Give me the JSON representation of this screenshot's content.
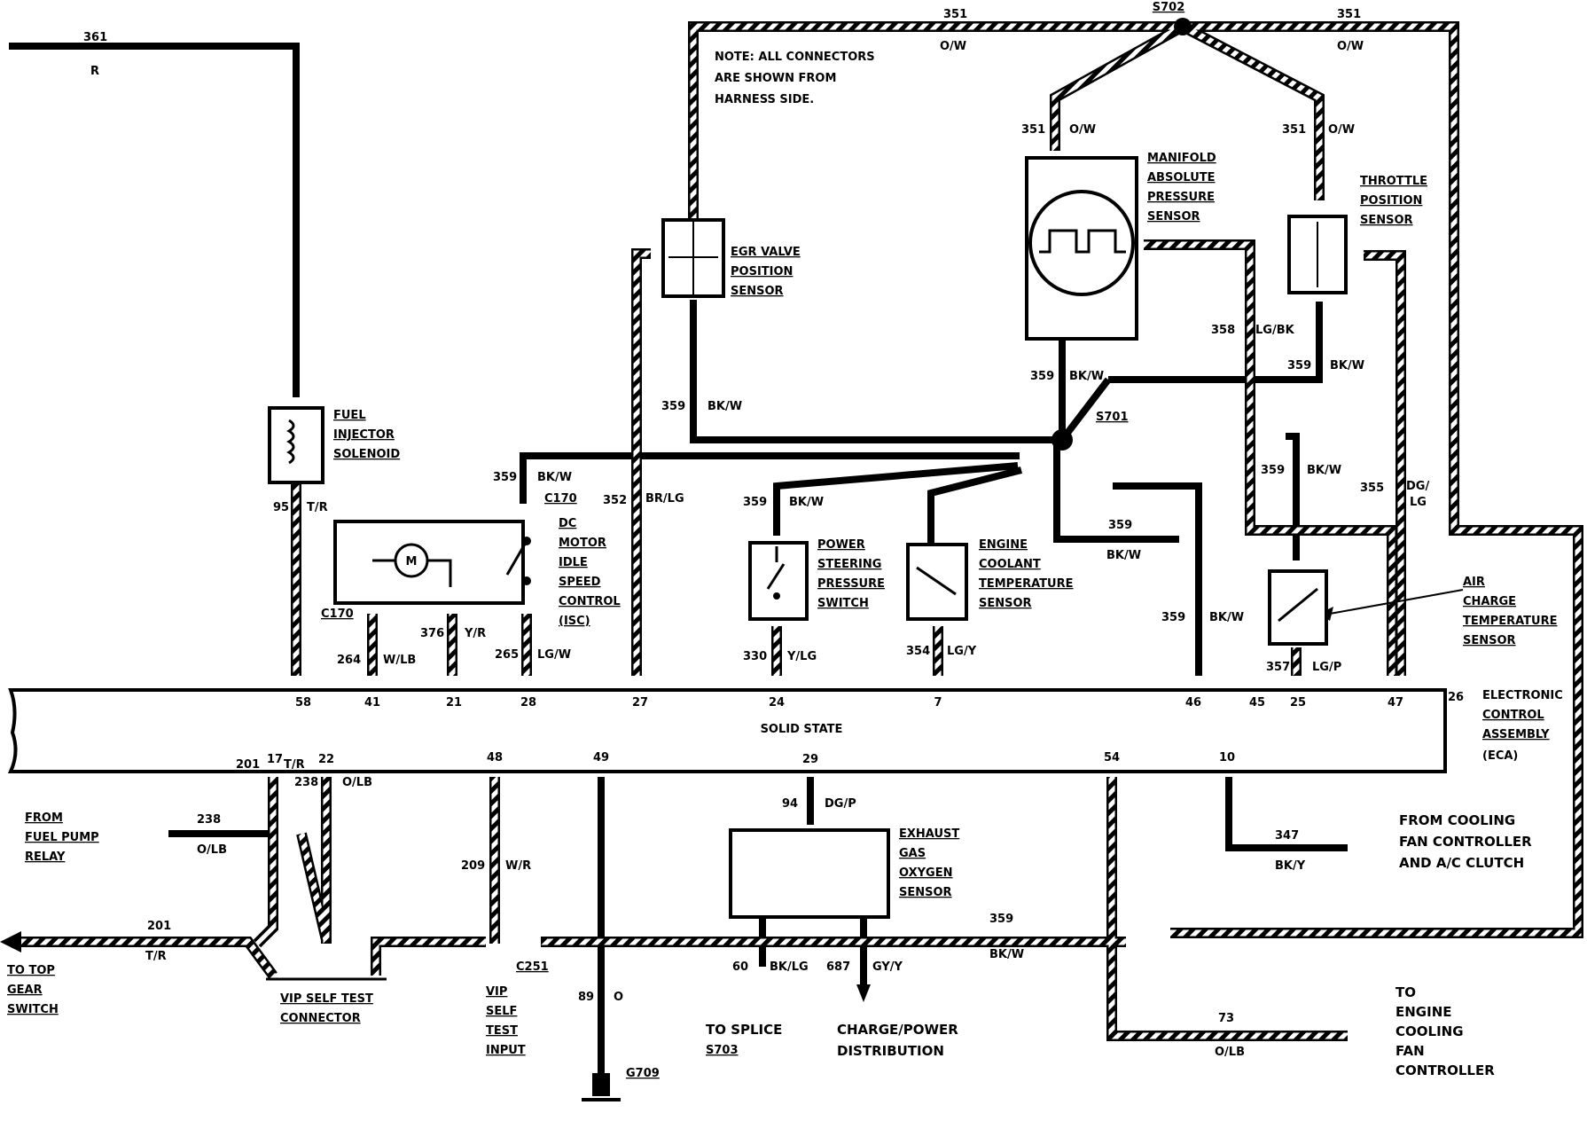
{
  "note": [
    "NOTE: ALL CONNECTORS",
    "ARE SHOWN FROM",
    "HARNESS SIDE."
  ],
  "ecu": {
    "center_label": "SOLID STATE",
    "name": [
      "ELECTRONIC",
      "CONTROL",
      "ASSEMBLY",
      "(ECA)"
    ],
    "top_pins": [
      "58",
      "41",
      "21",
      "28",
      "27",
      "24",
      "7",
      "46",
      "45",
      "25",
      "47",
      "26"
    ],
    "bottom_pins": [
      "17",
      "22",
      "48",
      "49",
      "29",
      "54",
      "10"
    ]
  },
  "components": {
    "fuel_injector": [
      "FUEL",
      "INJECTOR",
      "SOLENOID"
    ],
    "isc": [
      "DC",
      "MOTOR",
      "IDLE",
      "SPEED",
      "CONTROL",
      "(ISC)"
    ],
    "isc_motor": "M",
    "egr": [
      "EGR VALVE",
      "POSITION",
      "SENSOR"
    ],
    "map": [
      "MANIFOLD",
      "ABSOLUTE",
      "PRESSURE",
      "SENSOR"
    ],
    "tps": [
      "THROTTLE",
      "POSITION",
      "SENSOR"
    ],
    "pss": [
      "POWER",
      "STEERING",
      "PRESSURE",
      "SWITCH"
    ],
    "ect": [
      "ENGINE",
      "COOLANT",
      "TEMPERATURE",
      "SENSOR"
    ],
    "act": [
      "AIR",
      "CHARGE",
      "TEMPERATURE",
      "SENSOR"
    ],
    "ego": [
      "EXHAUST",
      "GAS",
      "OXYGEN",
      "SENSOR"
    ],
    "vip": [
      "VIP SELF TEST",
      "CONNECTOR"
    ],
    "vip_input": [
      "VIP",
      "SELF",
      "TEST",
      "INPUT"
    ]
  },
  "connectors": {
    "s702": "S702",
    "s701": "S701",
    "c170a": "C170",
    "c170b": "C170",
    "c251": "C251",
    "g709": "G709",
    "s703": "S703"
  },
  "wires": {
    "w361": "361",
    "w361c": "R",
    "w351a": "351",
    "w351ac": "O/W",
    "w351b": "351",
    "w351bc": "O/W",
    "w351c": "351",
    "w351cc": "O/W",
    "w351d": "351",
    "w351dc": "O/W",
    "w359egr": "359",
    "w359egrc": "BK/W",
    "w359map": "359",
    "w359mapc": "BK/W",
    "w359tps": "359",
    "w359tpsc": "BK/W",
    "w359isc": "359",
    "w359iscc": "BK/W",
    "w359pss": "359",
    "w359pssc": "BK/W",
    "w359mid": "359",
    "w359midc": "BK/W",
    "w359r": "359",
    "w359rc": "BK/W",
    "w359act": "359",
    "w359actc": "BK/W",
    "w359bot": "359",
    "w359botc": "BK/W",
    "w358": "358",
    "w358c": "LG/BK",
    "w355": "355",
    "w355c1": "DG/",
    "w355c2": "LG",
    "w95": "95",
    "w95c": "T/R",
    "w264": "264",
    "w264c": "W/LB",
    "w376": "376",
    "w376c": "Y/R",
    "w265": "265",
    "w265c": "LG/W",
    "w352": "352",
    "w352c": "BR/LG",
    "w330": "330",
    "w330c": "Y/LG",
    "w354": "354",
    "w354c": "LG/Y",
    "w357": "357",
    "w357c": "LG/P",
    "w201a": "201",
    "w201ac": "T/R",
    "w201b": "201",
    "w201bc": "T/R",
    "w238a": "238",
    "w238ac": "O/LB",
    "w238b": "238",
    "w238bc": "O/LB",
    "w209": "209",
    "w209c": "W/R",
    "w94": "94",
    "w94c": "DG/P",
    "w347": "347",
    "w347c": "BK/Y",
    "w89": "89",
    "w89c": "O",
    "w60": "60",
    "w60c": "BK/LG",
    "w687": "687",
    "w687c": "GY/Y",
    "w73": "73",
    "w73c": "O/LB"
  },
  "destinations": {
    "fuel_pump": [
      "FROM",
      "FUEL PUMP",
      "RELAY"
    ],
    "top_gear": [
      "TO TOP",
      "GEAR",
      "SWITCH"
    ],
    "cooling_fan": [
      "FROM COOLING",
      "FAN CONTROLLER",
      "AND A/C CLUTCH"
    ],
    "splice": [
      "TO SPLICE"
    ],
    "charge": [
      "CHARGE/POWER",
      "DISTRIBUTION"
    ],
    "fan_ctrl": [
      "TO",
      "ENGINE",
      "COOLING",
      "FAN",
      "CONTROLLER"
    ]
  }
}
